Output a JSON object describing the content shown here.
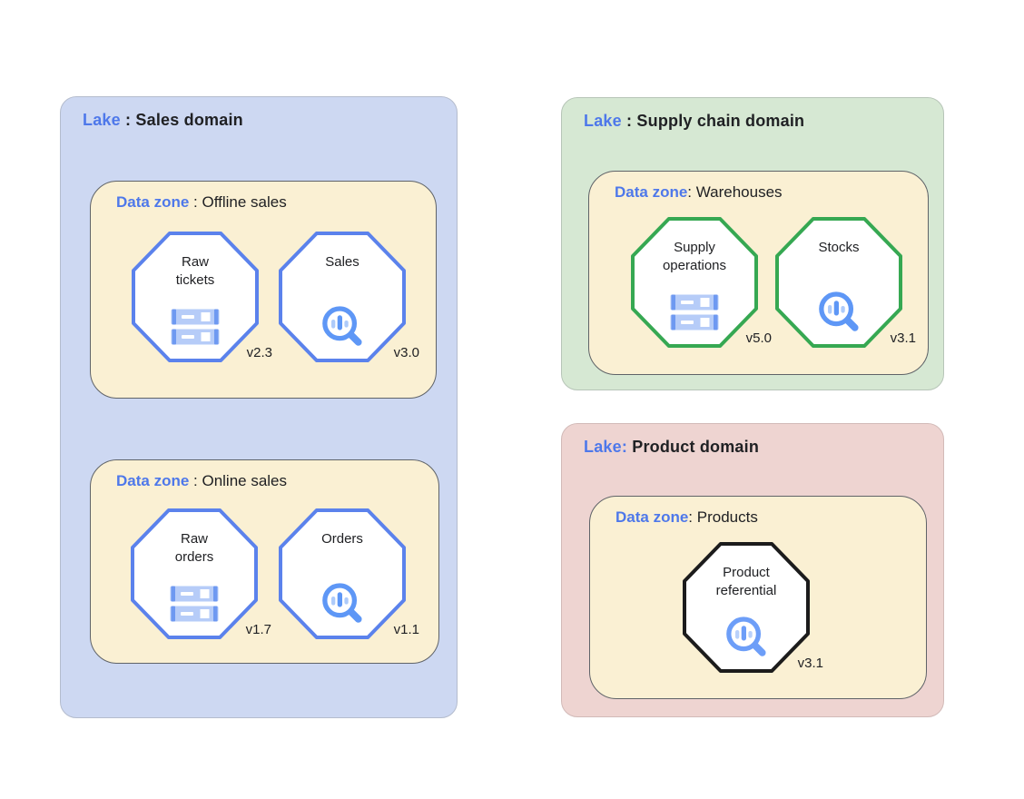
{
  "colors": {
    "label_blue": "#4e78ea",
    "text": "#202124",
    "zone_fill": "#faf0d3",
    "zone_border": "#5f6368",
    "sales_lake_fill": "#cdd8f2",
    "supply_lake_fill": "#d6e8d3",
    "product_lake_fill": "#eed4d1",
    "sales_accent": "#5b82ec",
    "supply_accent": "#36a852",
    "product_accent": "#1c1c1c",
    "icon_blue": "#5e97f6",
    "icon_light_blue": "#aecbfa"
  },
  "lakes": [
    {
      "label_blue": "Lake",
      "label_rest": " : Sales domain",
      "accent": "#5b82ec",
      "zones": [
        {
          "label_blue": "Data zone",
          "label_rest": " : Offline sales",
          "assets": [
            {
              "name": "Raw\ntickets",
              "icon": "server-storage",
              "version": "v2.3"
            },
            {
              "name": "Sales",
              "icon": "search-analytics",
              "version": "v3.0"
            }
          ]
        },
        {
          "label_blue": "Data zone",
          "label_rest": " : Online sales",
          "assets": [
            {
              "name": "Raw\norders",
              "icon": "server-storage",
              "version": "v1.7"
            },
            {
              "name": "Orders",
              "icon": "search-analytics",
              "version": "v1.1"
            }
          ]
        }
      ]
    },
    {
      "label_blue": "Lake",
      "label_rest": " : Supply chain domain",
      "accent": "#36a852",
      "zones": [
        {
          "label_blue": "Data zone",
          "label_rest": ": Warehouses",
          "assets": [
            {
              "name": "Supply\noperations",
              "icon": "server-storage",
              "version": "v5.0"
            },
            {
              "name": "Stocks",
              "icon": "search-analytics",
              "version": "v3.1"
            }
          ]
        }
      ]
    },
    {
      "label_blue": "Lake:",
      "label_rest": " Product domain",
      "accent": "#1c1c1c",
      "zones": [
        {
          "label_blue": "Data zone",
          "label_rest": ": Products",
          "assets": [
            {
              "name": "Product\nreferential",
              "icon": "search-analytics",
              "version": "v3.1"
            }
          ]
        }
      ]
    }
  ]
}
